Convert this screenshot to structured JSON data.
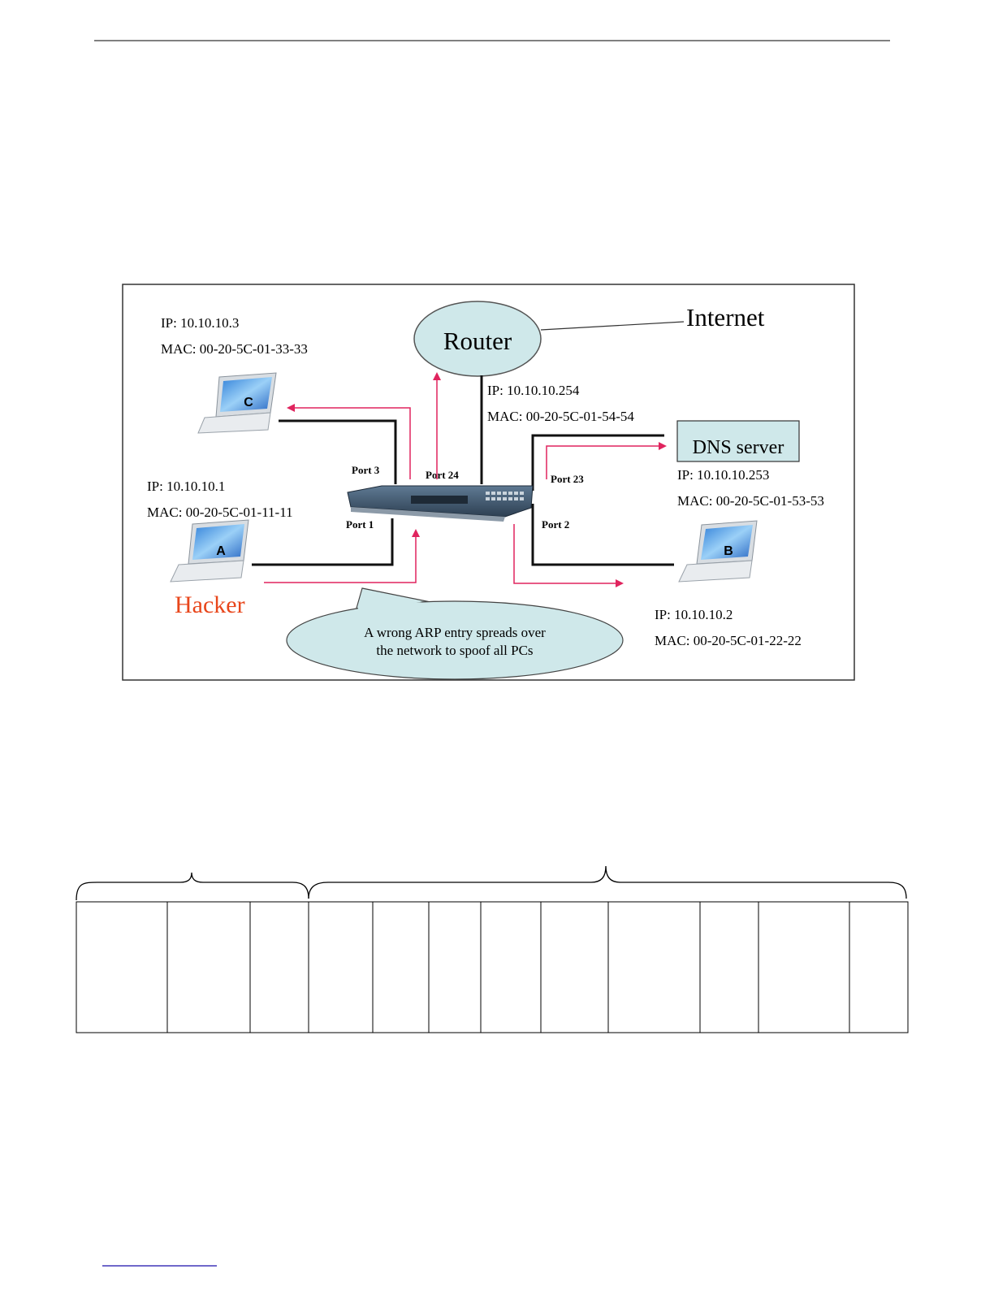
{
  "diagram": {
    "router_label": "Router",
    "internet_label": "Internet",
    "dns_label": "DNS server",
    "hacker_label": "Hacker",
    "bubble_line1": "A wrong ARP entry spreads over",
    "bubble_line2": "the network to spoof all PCs",
    "router_ip": "IP: 10.10.10.254",
    "router_mac": "MAC: 00-20-5C-01-54-54",
    "pc_c": {
      "letter": "C",
      "ip": "IP: 10.10.10.3",
      "mac": "MAC: 00-20-5C-01-33-33"
    },
    "pc_a": {
      "letter": "A",
      "ip": "IP: 10.10.10.1",
      "mac": "MAC: 00-20-5C-01-11-11"
    },
    "pc_b": {
      "letter": "B",
      "ip": "IP: 10.10.10.2",
      "mac": "MAC: 00-20-5C-01-22-22"
    },
    "dns_ip": "IP: 10.10.10.253",
    "dns_mac": "MAC: 00-20-5C-01-53-53",
    "ports": {
      "p1": "Port 1",
      "p2": "Port 2",
      "p3": "Port 3",
      "p23": "Port 23",
      "p24": "Port 24"
    }
  },
  "colors": {
    "arrow": "#e0245e",
    "bubble": "#cfe8ea",
    "router": "#cfe8ea",
    "dns": "#cfe8ea",
    "hacker": "#e8461b",
    "link": "#1a0dab"
  }
}
